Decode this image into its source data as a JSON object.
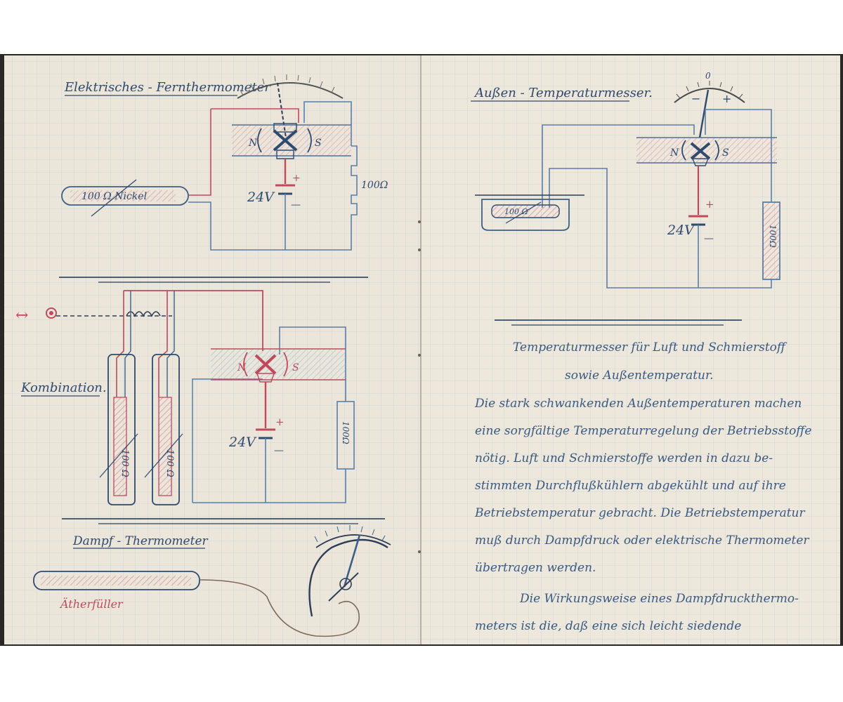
{
  "left_page": {
    "top_diagram": {
      "title": "Elektrisches - Fernthermometer",
      "resistor_label": "100 Ω Nickel",
      "voltage": "24V",
      "plus": "+",
      "minus": "—",
      "resistance": "100Ω",
      "pole_n": "N",
      "pole_s": "S"
    },
    "combination_diagram": {
      "title": "Kombination.",
      "arrow": "↔",
      "resistor_a": "100 Ω",
      "resistor_b": "100 Ω",
      "voltage": "24V",
      "plus": "+",
      "minus": "—",
      "resistance": "100Ω",
      "pole_n": "N",
      "pole_s": "S"
    },
    "vapor_diagram": {
      "title": "Dampf - Thermometer",
      "red_label": "Ätherfüller"
    }
  },
  "right_page": {
    "diagram": {
      "title": "Außen - Temperaturmesser.",
      "resistor_label": "100 Ω",
      "voltage": "24V",
      "plus": "+",
      "minus": "—",
      "resistance": "100Ω",
      "pole_n": "N",
      "pole_s": "S",
      "scale_zero": "0",
      "scale_minus": "−",
      "scale_plus": "+"
    },
    "heading_line1": "Temperaturmesser für Luft und Schmierstoff",
    "heading_line2": "sowie Außentemperatur.",
    "paragraph1": [
      "Die stark schwankenden Außentemperaturen machen",
      "eine sorgfältige Temperaturregelung der Betriebsstoffe",
      "nötig. Luft und Schmierstoffe werden in dazu be-",
      "stimmten Durchflußkühlern abgekühlt und auf ihre",
      "Betriebstemperatur gebracht. Die Betriebstemperatur",
      "muß durch Dampfdruck oder elektrische Thermometer",
      "übertragen werden."
    ],
    "paragraph2": [
      "Die Wirkungsweise eines Dampfdruckthermo-",
      "meters ist die, daß eine sich leicht siedende"
    ]
  }
}
